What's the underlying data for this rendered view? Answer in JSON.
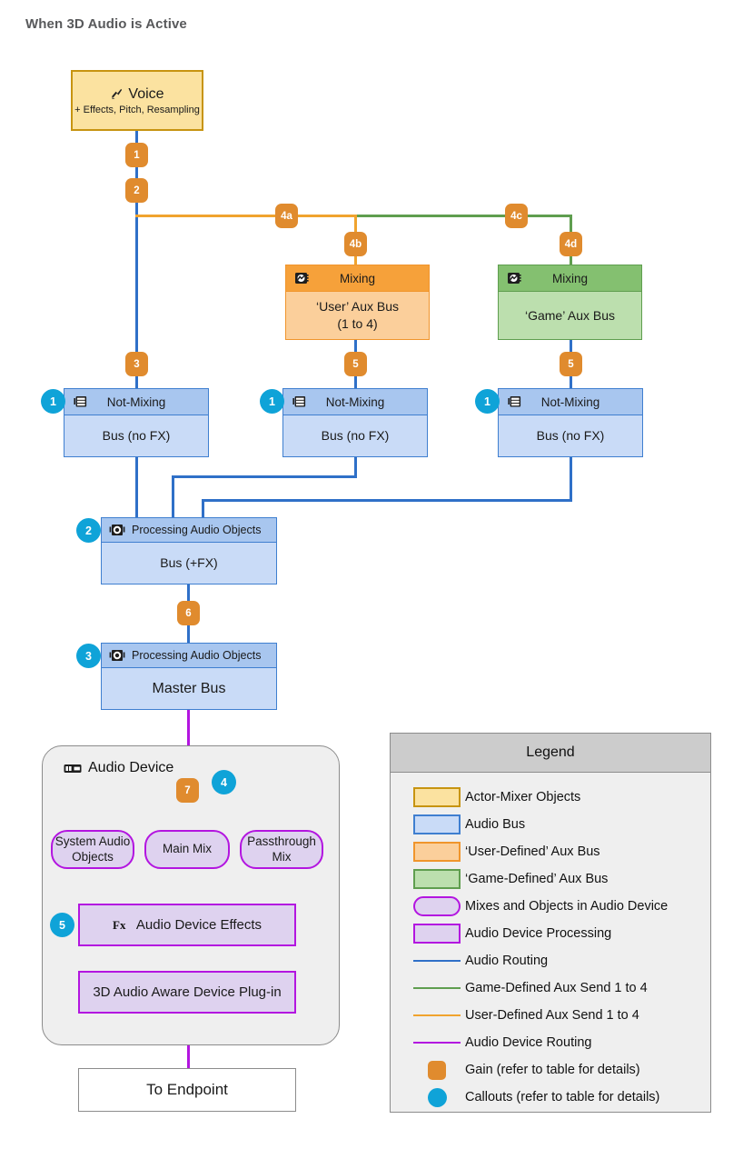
{
  "title": "When 3D Audio is Active",
  "nodes": {
    "voice": {
      "icon": "voice-icon",
      "title": "Voice",
      "subtitle": "+ Effects, Pitch, Resampling"
    },
    "user_aux": {
      "icon": "mixing-icon",
      "header": "Mixing",
      "line1": "‘User’ Aux Bus",
      "line2": "(1 to 4)"
    },
    "game_aux": {
      "icon": "mixing-icon",
      "header": "Mixing",
      "line1": "‘Game’ Aux Bus",
      "line2": ""
    },
    "bus_left": {
      "icon": "not-mixing-icon",
      "header": "Not-Mixing",
      "body": "Bus (no FX)"
    },
    "bus_middle": {
      "icon": "not-mixing-icon",
      "header": "Not-Mixing",
      "body": "Bus (no FX)"
    },
    "bus_right": {
      "icon": "not-mixing-icon",
      "header": "Not-Mixing",
      "body": "Bus (no FX)"
    },
    "bus_fx": {
      "icon": "audio-objects-icon",
      "header": "Processing Audio Objects",
      "body": "Bus (+FX)"
    },
    "master_bus": {
      "icon": "audio-objects-icon",
      "header": "Processing Audio Objects",
      "body": "Master Bus"
    },
    "audio_device": {
      "icon": "audio-device-icon",
      "label": "Audio Device"
    },
    "system_audio_objects": {
      "label": "System Audio Objects"
    },
    "main_mix": {
      "label": "Main Mix"
    },
    "passthrough_mix": {
      "label": "Passthrough Mix"
    },
    "audio_device_effects": {
      "icon": "fx-icon",
      "label": "Audio Device Effects"
    },
    "device_plugin": {
      "label": "3D Audio Aware Device Plug-in"
    },
    "endpoint": {
      "label": "To Endpoint"
    }
  },
  "gains": {
    "g1": "1",
    "g2": "2",
    "g3": "3",
    "g4a": "4a",
    "g4b": "4b",
    "g4c": "4c",
    "g4d": "4d",
    "g5_mid": "5",
    "g5_right": "5",
    "g6": "6",
    "g7": "7"
  },
  "callouts": {
    "c1_left": "1",
    "c1_mid": "1",
    "c1_right": "1",
    "c2": "2",
    "c3": "3",
    "c4": "4",
    "c5": "5"
  },
  "legend": {
    "title": "Legend",
    "items": [
      {
        "label": "Actor-Mixer Objects",
        "swatch": "box",
        "fill": "#fbe2a0",
        "stroke": "#c79410"
      },
      {
        "label": "Audio Bus",
        "swatch": "box",
        "fill": "#c9dbf7",
        "stroke": "#3f7fd0"
      },
      {
        "label": "‘User-Defined’ Aux Bus",
        "swatch": "box",
        "fill": "#fbcf9b",
        "stroke": "#f0952c"
      },
      {
        "label": "‘Game-Defined’ Aux Bus",
        "swatch": "box",
        "fill": "#bcdfae",
        "stroke": "#5f9e4f"
      },
      {
        "label": "Mixes and Objects in Audio Device",
        "swatch": "round",
        "fill": "#ded2ef",
        "stroke": "#b315e0"
      },
      {
        "label": "Audio Device Processing",
        "swatch": "box",
        "fill": "#ded2ef",
        "stroke": "#b315e0"
      },
      {
        "label": "Audio Routing",
        "swatch": "line",
        "fill": "",
        "stroke": "#2f70c8"
      },
      {
        "label": "Game-Defined Aux Send 1 to 4",
        "swatch": "line",
        "fill": "",
        "stroke": "#5f9e4f"
      },
      {
        "label": "User-Defined Aux Send 1 to 4",
        "swatch": "line",
        "fill": "",
        "stroke": "#f0a32e"
      },
      {
        "label": "Audio Device Routing",
        "swatch": "line",
        "fill": "",
        "stroke": "#b315e0"
      },
      {
        "label": "Gain (refer to table for details)",
        "swatch": "gain",
        "fill": "#e08b2e",
        "stroke": ""
      },
      {
        "label": "Callouts (refer to table for details)",
        "swatch": "callout",
        "fill": "#0fa3d8",
        "stroke": ""
      }
    ]
  },
  "colors": {
    "audio_routing": "#2f70c8",
    "user_send": "#f0a32e",
    "game_send": "#5f9e4f",
    "device_routing": "#b315e0",
    "gain_badge": "#e08b2e",
    "callout_badge": "#0fa3d8"
  }
}
